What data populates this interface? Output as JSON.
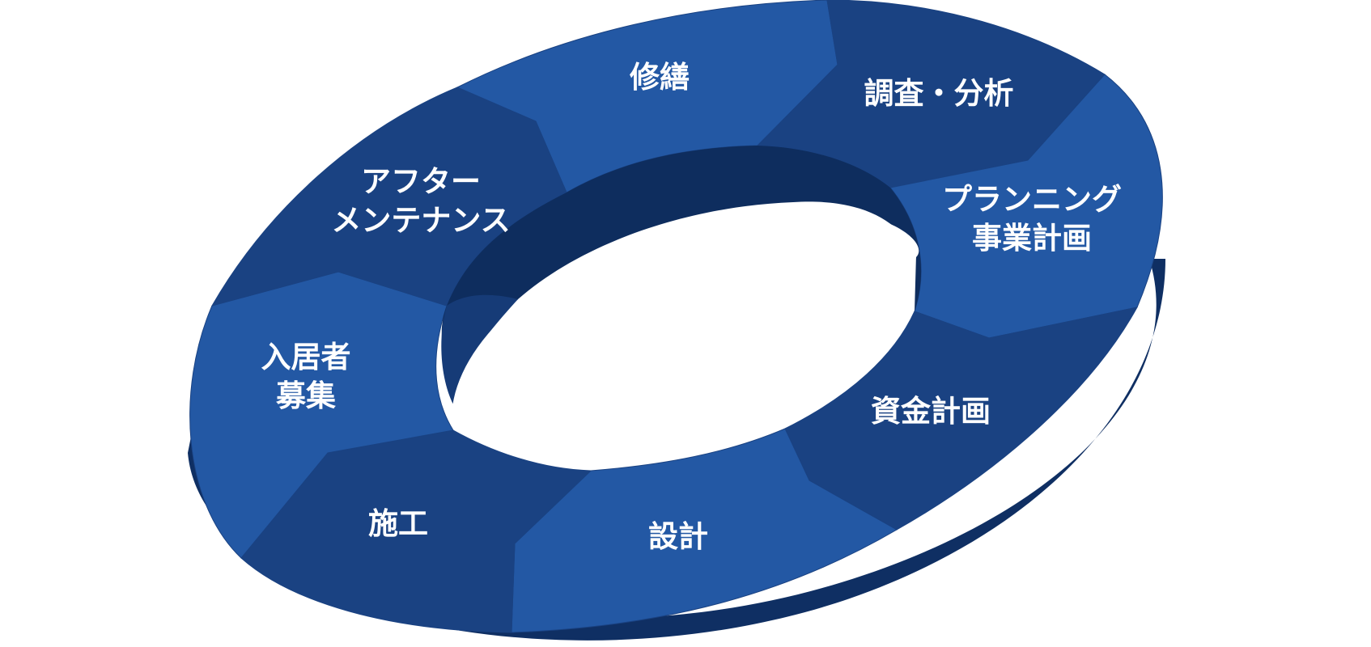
{
  "diagram": {
    "colors": {
      "background": "#ffffff",
      "segment_light": "#2358a4",
      "segment_dark": "#1a4282",
      "side": "#0f2f63",
      "inner_wall": "#0e2d5e",
      "inner_wall_light": "#163b77",
      "label": "#ffffff"
    },
    "segments": [
      {
        "id": "repair",
        "lines": [
          "修繕"
        ]
      },
      {
        "id": "survey",
        "lines": [
          "調査・分析"
        ]
      },
      {
        "id": "planning",
        "lines": [
          "プランニング",
          "事業計画"
        ]
      },
      {
        "id": "funding",
        "lines": [
          "資金計画"
        ]
      },
      {
        "id": "design",
        "lines": [
          "設計"
        ]
      },
      {
        "id": "construction",
        "lines": [
          "施工"
        ]
      },
      {
        "id": "recruitment",
        "lines": [
          "入居者",
          "募集"
        ]
      },
      {
        "id": "maintenance",
        "lines": [
          "アフター",
          "メンテナンス"
        ]
      }
    ]
  }
}
